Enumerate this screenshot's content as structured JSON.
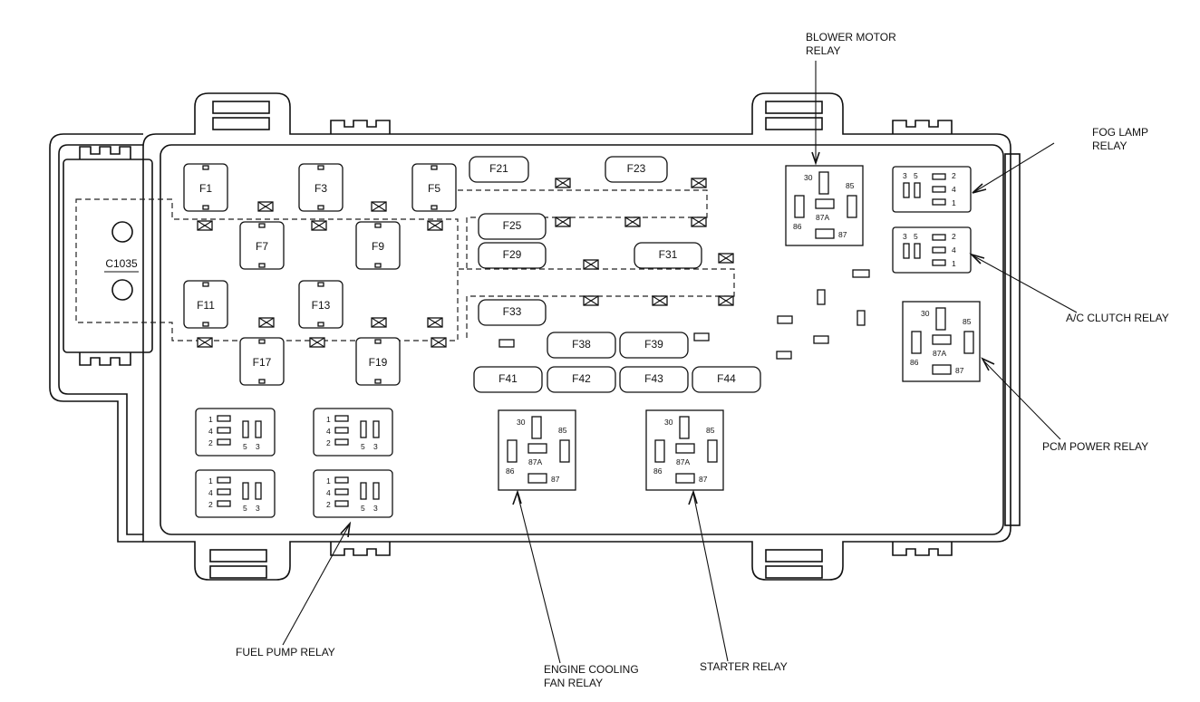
{
  "connector": "C1035",
  "fuses": [
    "F1",
    "F3",
    "F5",
    "F7",
    "F9",
    "F11",
    "F13",
    "F17",
    "F19",
    "F21",
    "F23",
    "F25",
    "F29",
    "F31",
    "F33",
    "F38",
    "F39",
    "F41",
    "F42",
    "F43",
    "F44"
  ],
  "relay_pins": {
    "iso": [
      "30",
      "85",
      "86",
      "87A",
      "87"
    ],
    "mini": [
      "1",
      "4",
      "2",
      "5",
      "3"
    ],
    "side": [
      "3",
      "5",
      "2",
      "4",
      "1"
    ]
  },
  "callouts": {
    "blower_motor_line1": "BLOWER MOTOR",
    "blower_motor_line2": "RELAY",
    "fog_lamp_line1": "FOG LAMP",
    "fog_lamp_line2": "RELAY",
    "ac_clutch": "A/C CLUTCH RELAY",
    "pcm_power": "PCM POWER RELAY",
    "fuel_pump": "FUEL PUMP RELAY",
    "engine_cooling_line1": "ENGINE COOLING",
    "engine_cooling_line2": "FAN RELAY",
    "starter": "STARTER RELAY"
  }
}
